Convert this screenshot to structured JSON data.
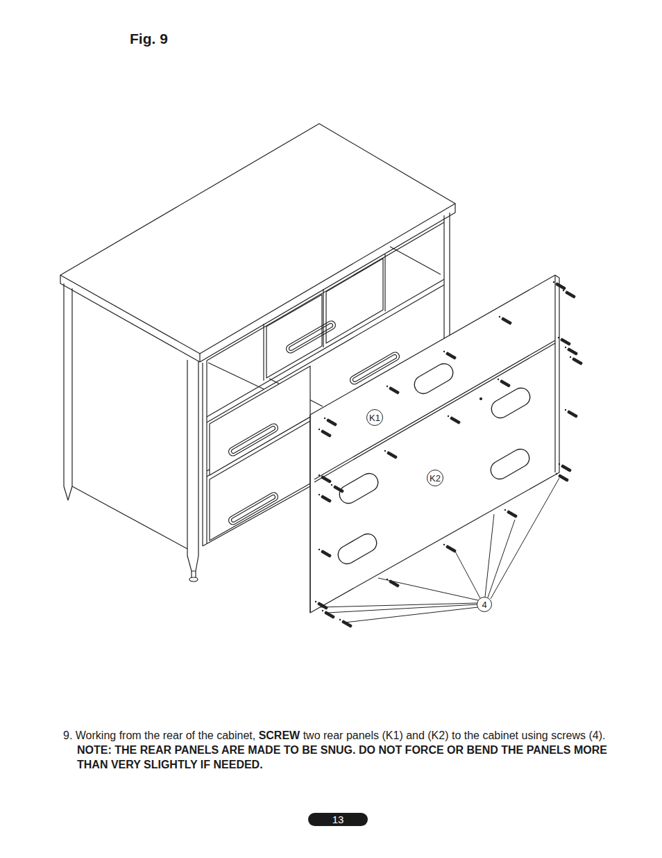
{
  "diagram": {
    "title": "Fig. 9",
    "nodes": [
      {
        "text": [
          "K1"
        ]
      },
      {
        "text": [
          "K2"
        ]
      },
      {
        "text": [
          "4"
        ]
      }
    ],
    "labels": [
      "9. Working from the rear of the cabinet,",
      "SCREW",
      "two rear panels (K1) and (K2) to the cabinet using screws (4).",
      "NOTE: THE REAR PANELS ARE MADE TO BE SNUG. DO NOT FORCE OR BEND THE PANELS MORE THAN VERY SLIGHTLY IF NEEDED.",
      "13"
    ]
  }
}
